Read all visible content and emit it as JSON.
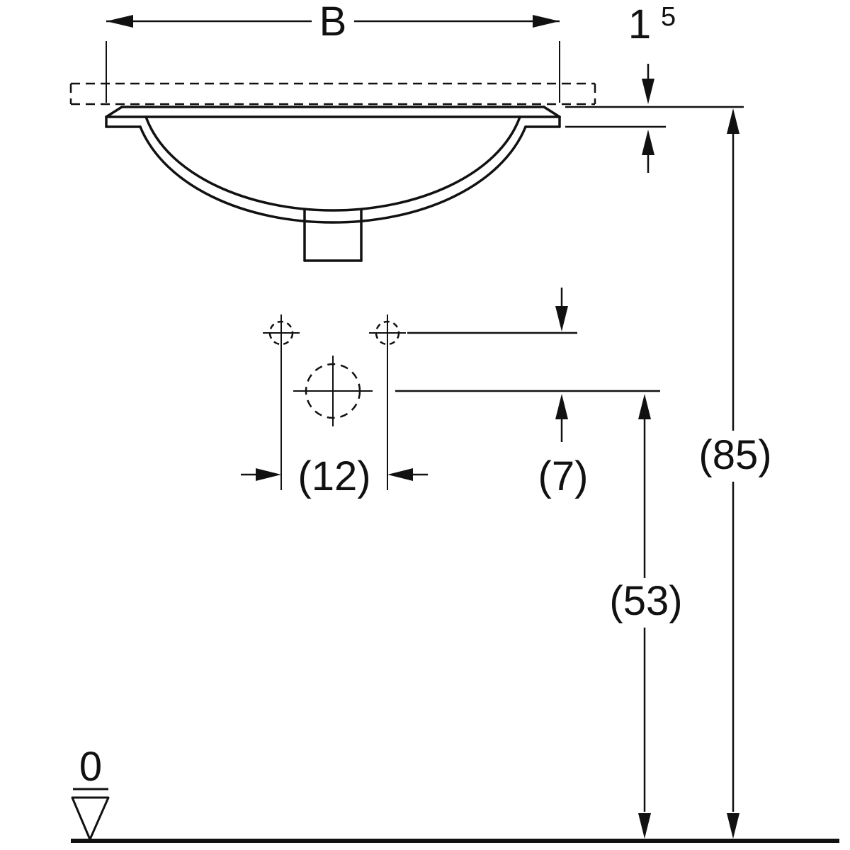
{
  "labels": {
    "width": "B",
    "rim_thickness_main": "1",
    "rim_thickness_sup": "5",
    "tap_hole_spacing": "(12)",
    "tap_to_drain": "(7)",
    "drain_height": "(53)",
    "overall_height": "(85)",
    "datum_zero": "0"
  },
  "colors": {
    "line": "#111111",
    "background": "#ffffff"
  }
}
